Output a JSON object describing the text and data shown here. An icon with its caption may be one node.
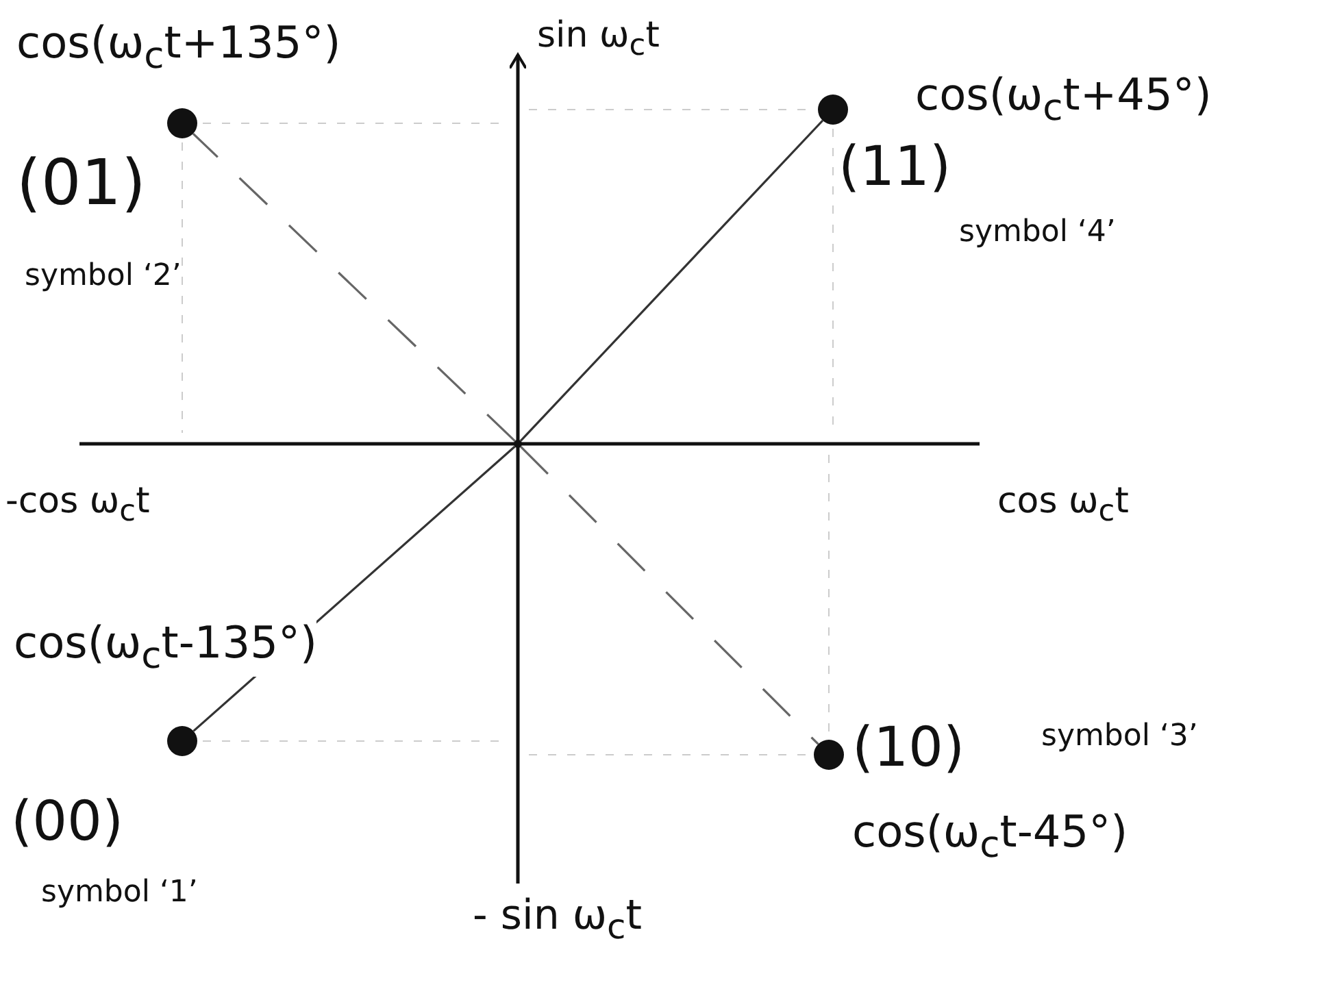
{
  "diagram": {
    "nodes": [
      {
        "text": [],
        "shape": "point"
      },
      {
        "text": [],
        "shape": "circle",
        "beside": [
          "cos(ω$_{c}$t+135°)",
          "(01)",
          "symbol ‘2’"
        ]
      },
      {
        "text": [],
        "shape": "circle",
        "beside": [
          "cos(ω$_{c}$t+45°)",
          "(11)",
          "symbol ‘4’"
        ]
      },
      {
        "text": [],
        "shape": "circle",
        "beside": [
          "cos(ω$_{c}$t-135°)",
          "(00)",
          "symbol ‘1’"
        ]
      },
      {
        "text": [],
        "shape": "circle",
        "beside": [
          "(10)",
          "symbol ‘3’",
          "cos(ω$_{c}$t-45°)"
        ]
      }
    ],
    "edges": [
      {
        "from": 0,
        "to": 1,
        "arrow": "none",
        "style": "dashed"
      },
      {
        "from": 0,
        "to": 2,
        "arrow": "none"
      },
      {
        "from": 0,
        "to": 3,
        "arrow": "none"
      },
      {
        "from": 0,
        "to": 4,
        "arrow": "none",
        "style": "dashed"
      }
    ],
    "labels": [
      "sin ω$_{c}$t",
      "-cos ω$_{c}$t",
      "cos ω$_{c}$t",
      "- sin ω$_{c}$t"
    ]
  }
}
